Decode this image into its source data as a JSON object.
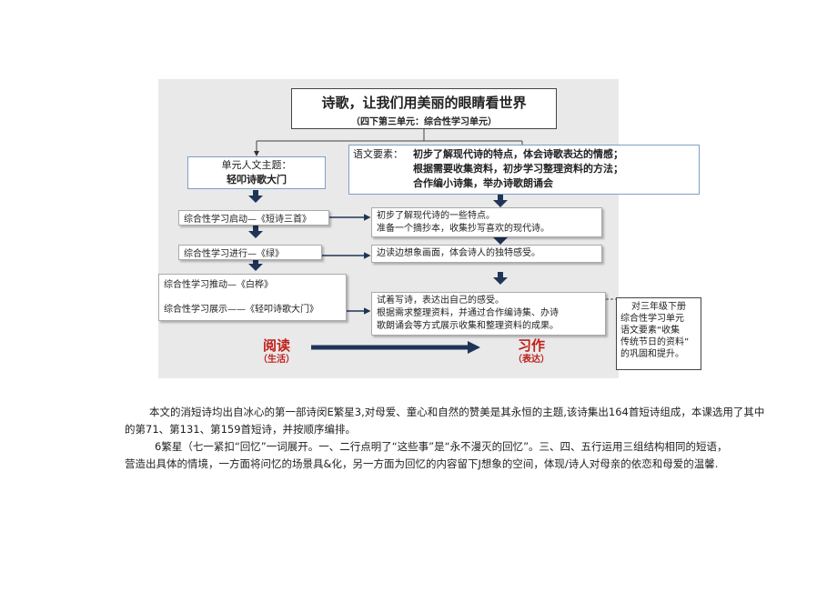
{
  "diagram": {
    "title": "诗歌，让我们用美丽的眼睛看世界",
    "subtitle": "（四下第三单元：综合性学习单元）",
    "theme_label": "单元人文主题：",
    "theme_value": "轻叩诗歌大门",
    "elements_label": "语文要素：",
    "elements": [
      "初步了解现代诗的特点，体会诗歌表达的情感；",
      "根据需要收集资料，初步学习整理资料的方法；",
      "合作编小诗集，举办诗歌朗诵会"
    ],
    "steps": [
      "综合性学习启动—《短诗三首》",
      "综合性学习进行—《绿》",
      "综合性学习推动—《白桦》",
      "综合性学习展示——《轻叩诗歌大门》"
    ],
    "goals": [
      [
        "初步了解现代诗的一些特点。",
        "准备一个摘抄本，收集抄写喜欢的现代诗。"
      ],
      [
        "边读边想象画面，体会诗人的独特感受。"
      ],
      [
        "试着写诗，表达出自己的感受。",
        "根据需求整理资料，并通过合作编诗集、办诗",
        "歌朗诵会等方式展示收集和整理资料的成果。"
      ]
    ],
    "side_note": [
      "对三年级下册",
      "综合性学习单元",
      "语文要素“收集",
      "传统节日的资料”",
      "的巩固和提升。"
    ],
    "read_label": "阅读",
    "read_sub": "（生活）",
    "write_label": "习作",
    "write_sub": "（表达）"
  },
  "text": {
    "p1_line1": "本文的消短诗均出自冰心的第一部诗闵E繁星3,对母爱、童心和自然的赞美是其永恒的主题,该诗集出164首短诗组成，本课选用了其中",
    "p1_line2": "的第71、第131、第159首短诗，并按顺序编排。",
    "p2_line1": "6繁星（七一紧扣“回忆”一词展开。一、二行点明了“这些事”是“永不漫灭的回忆”。三、四、五行运用三组结构相同的短语，",
    "p2_line2": "营造出具体的情境，一方面将问忆的场景具&化，另一方面为回忆的内容留下J想象的空间，体现/诗人对母亲的依恋和母爱的温馨."
  },
  "colors": {
    "diagram_bg": "#e9e9e9",
    "box_border_blue": "#7f9fc4",
    "arrow_navy": "#1f3557",
    "accent_red": "#c0201a"
  }
}
